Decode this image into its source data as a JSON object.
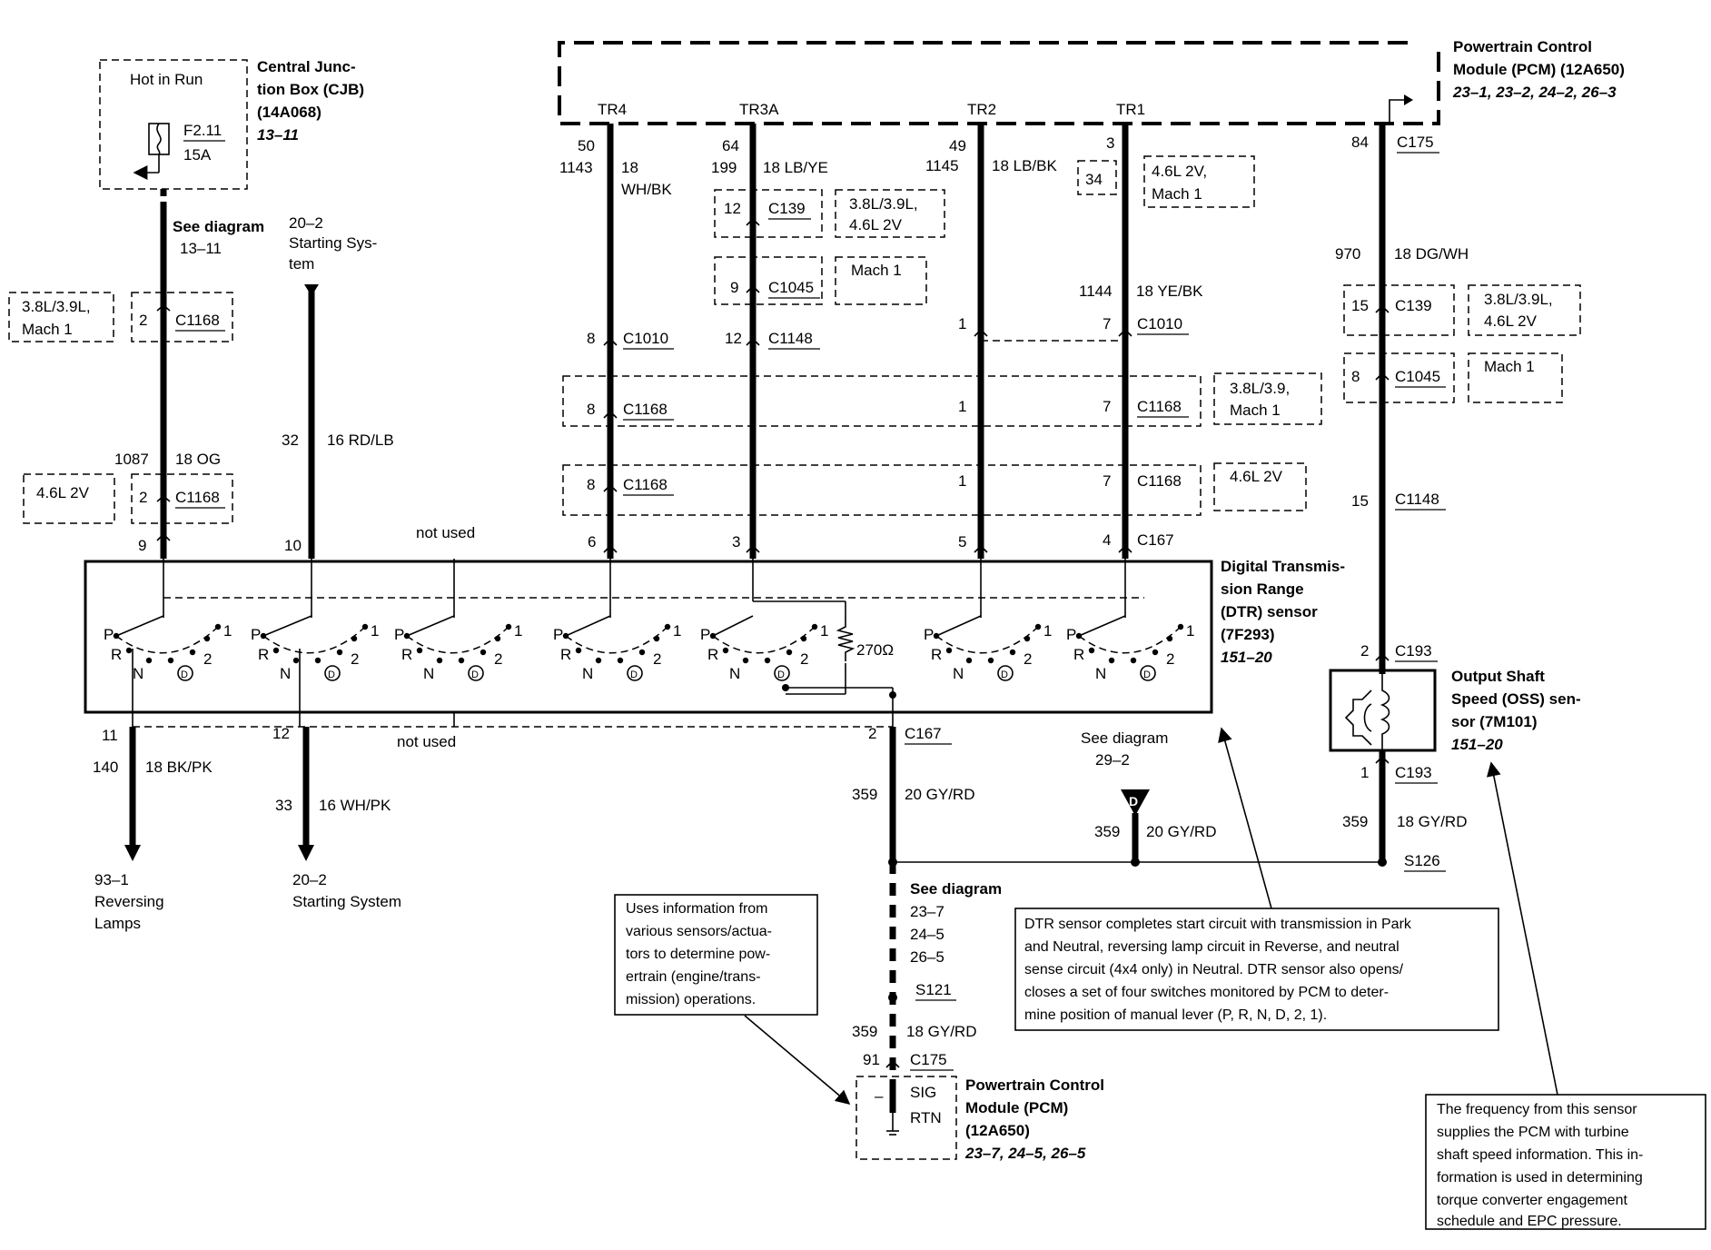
{
  "cjb": {
    "hot": "Hot in Run",
    "fuse": "F2.11",
    "amp": "15A",
    "title1": "Central Junc-",
    "title2": "tion Box (CJB)",
    "part": "(14A068)",
    "ref": "13–11"
  },
  "pcm_top": {
    "title1": "Powertrain Control",
    "title2": "Module (PCM) (12A650)",
    "refs": "23–1, 23–2, 24–2, 26–3",
    "pins": [
      "TR4",
      "TR3A",
      "TR2",
      "TR1"
    ],
    "pin_nums": [
      "50",
      "64",
      "49",
      "3"
    ],
    "oss_pin": "84",
    "oss_conn": "C175"
  },
  "left": {
    "see": "See diagram",
    "see_ref": "13–11",
    "ss_ref": "20–2",
    "ss1": "Starting Sys-",
    "ss2": "tem",
    "opt1a": "3.8L/3.9L,",
    "opt1b": "Mach 1",
    "c1168_pin": "2",
    "c1168": "C1168",
    "opt2": "4.6L 2V",
    "c1168b_pin": "2",
    "c1168b": "C1168",
    "w1_circ": "1087",
    "w1_color": "18 OG",
    "w2_circ": "32",
    "w2_color": "16 RD/LB",
    "pin9": "9",
    "pin10": "10",
    "not_used": "not used"
  },
  "tr": {
    "tr4_circ": "1143",
    "tr4_color1": "18",
    "tr4_color2": "WH/BK",
    "tr3a_circ": "199",
    "tr3a_color": "18 LB/YE",
    "tr2_circ": "1145",
    "tr2_color": "18 LB/BK",
    "tr1_pin": "34",
    "tr1_opt1": "4.6L 2V,",
    "tr1_opt2": "Mach 1",
    "c139_pin": "12",
    "c139": "C139",
    "c139_opt1": "3.8L/3.9L,",
    "c139_opt2": "4.6L 2V",
    "c1045_pin": "9",
    "c1045": "C1045",
    "c1045_opt": "Mach 1",
    "tr1_circ": "1144",
    "tr1_color": "18 YE/BK",
    "c1010_pin_tr4": "8",
    "c1010_a": "C1010",
    "c1148_pin": "12",
    "c1148": "C1148",
    "c1010_pin_tr2": "1",
    "c1010_pin_tr1": "7",
    "c1010_b": "C1010",
    "c1168_r1_p1": "8",
    "c1168_r1_a": "C1168",
    "c1168_r1_p2": "1",
    "c1168_r1_p3": "7",
    "c1168_r1_b": "C1168",
    "c1168_r1_opt1": "3.8L/3.9,",
    "c1168_r1_opt2": "Mach 1",
    "c1168_r2_p1": "8",
    "c1168_r2_a": "C1168",
    "c1168_r2_p2": "1",
    "c1168_r2_p3": "7",
    "c1168_r2_b": "C1168",
    "c1168_r2_opt": "4.6L 2V",
    "pin6": "6",
    "pin3": "3",
    "pin5": "5",
    "pin4": "4",
    "c167": "C167"
  },
  "oss_wire": {
    "circ": "970",
    "color": "18 DG/WH",
    "c139_pin": "15",
    "c139": "C139",
    "c139_opt1": "3.8L/3.9L,",
    "c139_opt2": "4.6L 2V",
    "c1045_pin": "8",
    "c1045": "C1045",
    "c1045_opt": "Mach 1",
    "c1148_pin": "15",
    "c1148": "C1148",
    "c193_pin": "2",
    "c193": "C193",
    "c193b_pin": "1",
    "c193b": "C193",
    "rtn_circ": "359",
    "rtn_color": "18 GY/RD",
    "s126": "S126"
  },
  "oss": {
    "t1": "Output Shaft",
    "t2": "Speed (OSS) sen-",
    "t3": "sor (7M101)",
    "ref": "151–20"
  },
  "dtr": {
    "t1": "Digital Transmis-",
    "t2": "sion Range",
    "t3": "(DTR) sensor",
    "t4": "(7F293)",
    "ref": "151–20",
    "resistor": "270Ω",
    "pos": {
      "p": "P",
      "r": "R",
      "n": "N",
      "d": "D",
      "two": "2",
      "one": "1"
    }
  },
  "bottom": {
    "pin11": "11",
    "pin12": "12",
    "not_used": "not used",
    "pin2": "2",
    "c167": "C167",
    "rev_circ": "140",
    "rev_color": "18 BK/PK",
    "st_circ": "33",
    "st_color": "16 WH/PK",
    "rev_ref": "93–1",
    "rev1": "Reversing",
    "rev2": "Lamps",
    "st_ref": "20–2",
    "st": "Starting System",
    "sig_circ": "359",
    "sig_color": "20 GY/RD",
    "see": "See diagram",
    "see_ref": "29–2",
    "d_circ": "359",
    "d_color": "20 GY/RD",
    "see2": "See diagram",
    "see2_refs": [
      "23–7",
      "24–5",
      "26–5"
    ],
    "s121": "S121",
    "pcm_circ": "359",
    "pcm_color": "18 GY/RD",
    "pcm_pin": "91",
    "pcm_conn": "C175",
    "sig": "SIG",
    "rtn": "RTN",
    "minus": "–",
    "pcm1": "Powertrain Control",
    "pcm2": "Module (PCM)",
    "pcm3": "(12A650)",
    "pcm_refs": "23–7, 24–5, 26–5",
    "d_tag": "D"
  },
  "notes": {
    "pcm": [
      "Uses information from",
      "various sensors/actua-",
      "tors to determine pow-",
      "ertrain (engine/trans-",
      "mission) operations."
    ],
    "dtr": [
      "DTR sensor completes start circuit with transmission in Park",
      "and Neutral, reversing lamp circuit in Reverse, and neutral",
      "sense circuit (4x4 only) in Neutral. DTR sensor also opens/",
      "closes a set of four switches monitored by PCM to deter-",
      "mine position of manual lever (P, R, N, D, 2, 1)."
    ],
    "oss": [
      "The frequency from this sensor",
      "supplies the PCM with turbine",
      "shaft speed information. This in-",
      "formation is used in determining",
      "torque converter engagement",
      "schedule and EPC pressure."
    ]
  }
}
